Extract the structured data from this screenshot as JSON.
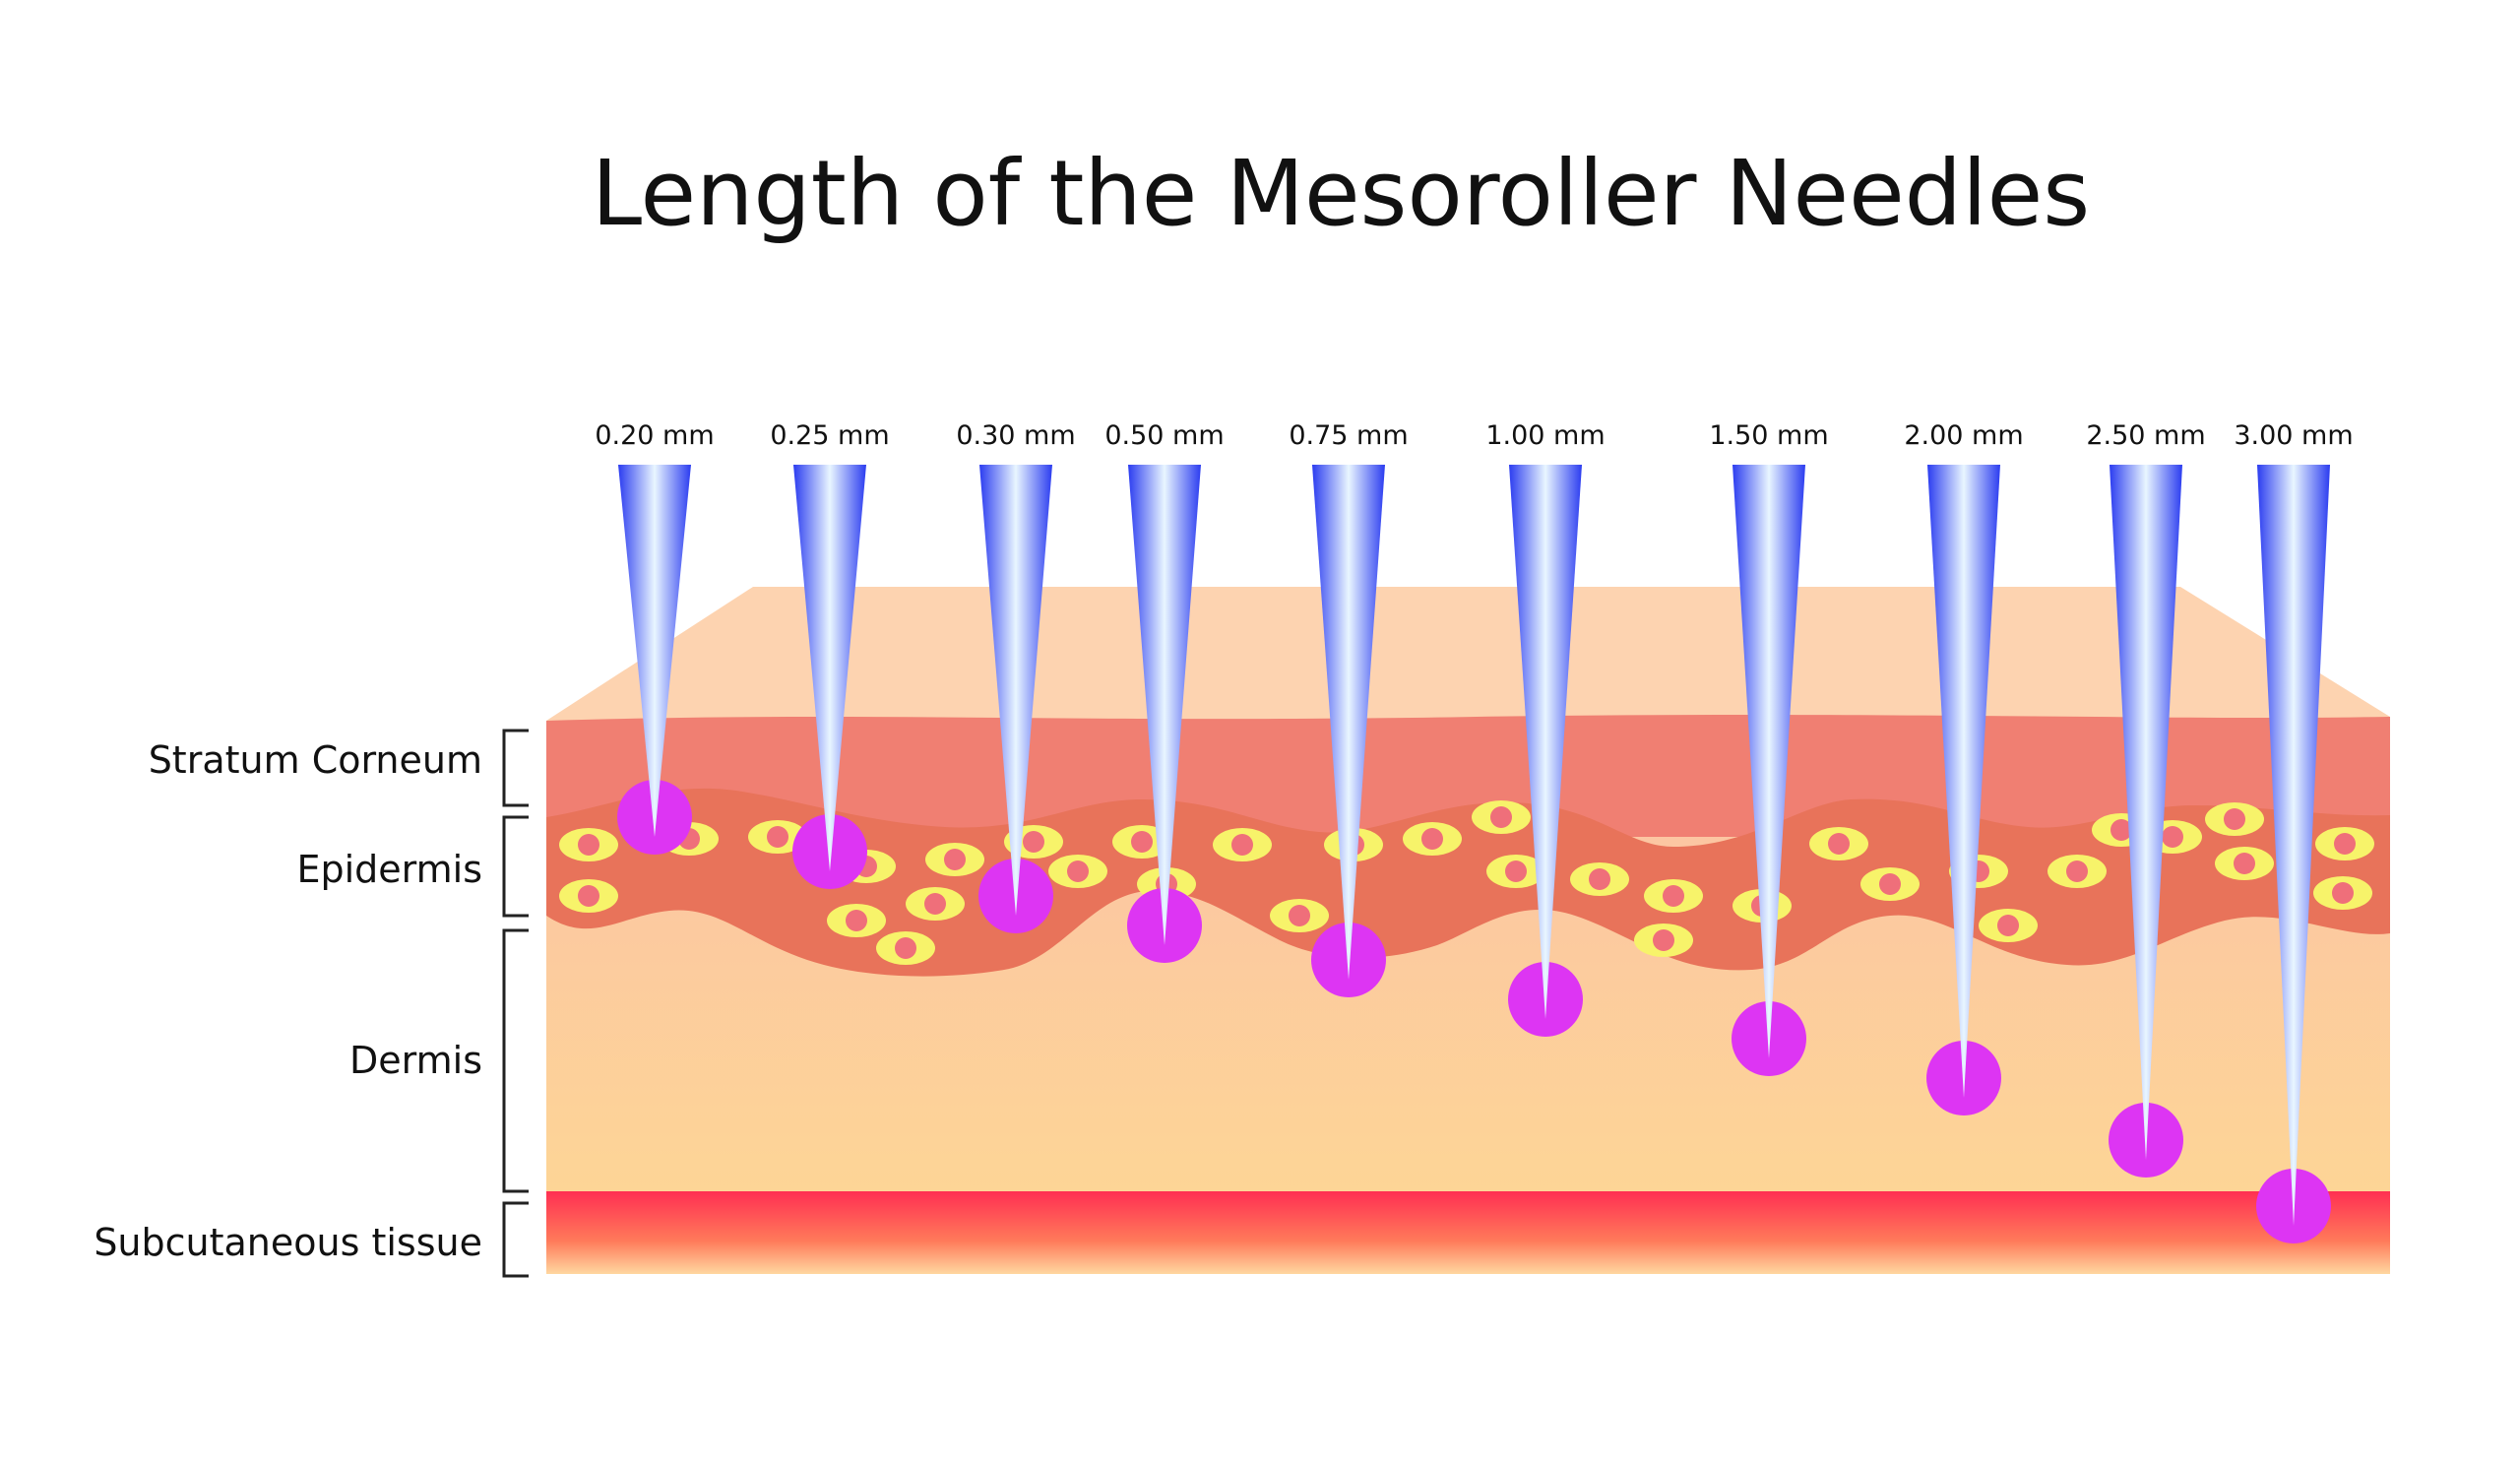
{
  "title": "Length of the Mesoroller Needles",
  "needles": [
    {
      "label": "0.20 mm",
      "depth_mm": 0.2
    },
    {
      "label": "0.25 mm",
      "depth_mm": 0.25
    },
    {
      "label": "0.30 mm",
      "depth_mm": 0.3
    },
    {
      "label": "0.50 mm",
      "depth_mm": 0.5
    },
    {
      "label": "0.75 mm",
      "depth_mm": 0.75
    },
    {
      "label": "1.00 mm",
      "depth_mm": 1.0
    },
    {
      "label": "1.50 mm",
      "depth_mm": 1.5
    },
    {
      "label": "2.00 mm",
      "depth_mm": 2.0
    },
    {
      "label": "2.50 mm",
      "depth_mm": 2.5
    },
    {
      "label": "3.00 mm",
      "depth_mm": 3.0
    }
  ],
  "layers": [
    {
      "label": "Stratum Corneum"
    },
    {
      "label": "Epidermis"
    },
    {
      "label": "Dermis"
    },
    {
      "label": "Subcutaneous tissue"
    }
  ],
  "colors": {
    "skin_top": "#fdd3b0",
    "stratum_corneum": "#f07f72",
    "epidermis": "#e8735a",
    "dermis_top": "#fcc4a4",
    "dermis_bottom": "#fdd596",
    "subcutaneous": "#ff3b55",
    "cell_fill": "#f7f36a",
    "cell_nucleus": "#ef6f7a",
    "needle_edge": "#2b3cf0",
    "needle_center": "#e9f6ff",
    "tip_dot": "#dd35f3"
  }
}
